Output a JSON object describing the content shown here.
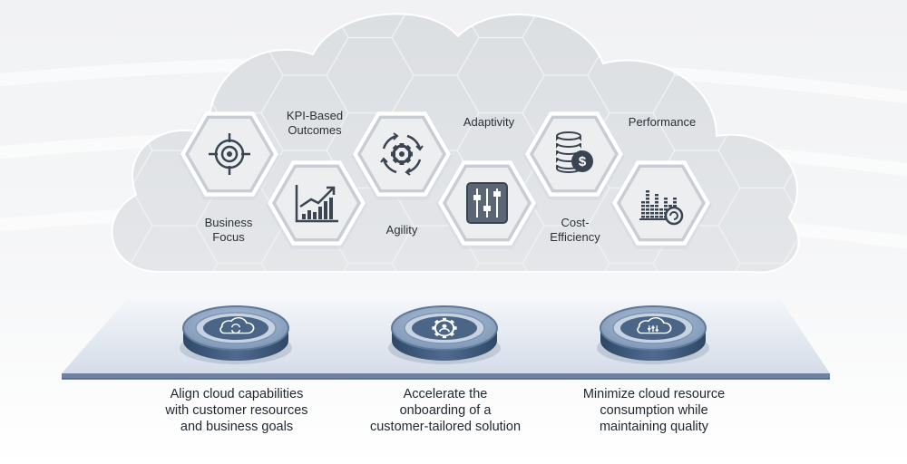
{
  "colors": {
    "hex_fill": "#eceef0",
    "hex_ring": "#c8cdd3",
    "icon_dark": "#3b4552",
    "platform": "#dfe5ef",
    "platform_edge": "#7f8fa6",
    "disc_top": "#8fa5c2",
    "disc_side": "#3c5678"
  },
  "hexagons": [
    {
      "icon": "target-icon"
    },
    {
      "icon": "rising-bar-chart-icon"
    },
    {
      "icon": "gear-cycle-icon"
    },
    {
      "icon": "slider-controls-icon"
    },
    {
      "icon": "coin-stack-dollar-icon"
    },
    {
      "icon": "performance-meter-icon"
    }
  ],
  "labels": {
    "kpi": [
      "KPI-Based",
      "Outcomes"
    ],
    "adaptivity": "Adaptivity",
    "performance": "Performance",
    "business_focus": [
      "Business",
      "Focus"
    ],
    "agility": "Agility",
    "cost_efficiency": [
      "Cost-",
      "Efficiency"
    ]
  },
  "discs": [
    {
      "icon": "cloud-sync-icon"
    },
    {
      "icon": "gear-user-icon"
    },
    {
      "icon": "cloud-sliders-icon"
    }
  ],
  "captions": [
    [
      "Align cloud capabilities",
      "with customer resources",
      "and business goals"
    ],
    [
      "Accelerate the",
      "onboarding of a",
      "customer-tailored solution"
    ],
    [
      "Minimize cloud resource",
      "consumption while",
      "maintaining quality"
    ]
  ]
}
